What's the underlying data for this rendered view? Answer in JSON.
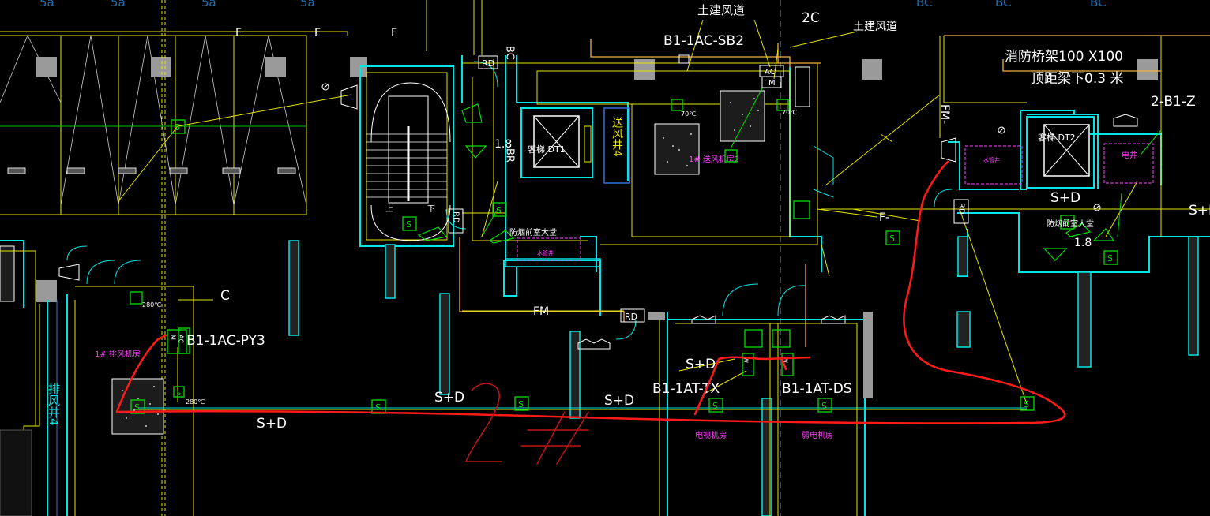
{
  "colors": {
    "background": "#000000",
    "wall": "#00e5e5",
    "wall_fill": "#9a9a9a",
    "line_yellow": "#e6e600",
    "line_orange": "#f0b040",
    "equipment": "#00dd00",
    "white": "#ffffff",
    "magenta": "#ff40ff",
    "red_markup": "#ff1a1a",
    "dark_red": "#c01515",
    "grey_dash": "#8a8a8a"
  },
  "labels": {
    "tujian_top": "土建风道",
    "tujian_right": "土建风道",
    "label_2c": "2C",
    "label_b1_1ac_sb2": "B1-1AC-SB2",
    "bridge_line1": "消防桥架100 X100",
    "bridge_line2": "顶距梁下0.3 米",
    "label_2_b1_z": "2-B1-Z",
    "label_fm_vertical": "FM-",
    "label_f_1": "F",
    "label_f_2": "F",
    "label_f_3": "F",
    "label_f_right": "F-",
    "label_rd_1": "RD",
    "label_rd_2": "RD",
    "label_rd_3": "RD",
    "label_rd_4": "RD",
    "label_bc": "BC",
    "label_18_left": "1.8",
    "label_18_right": "1.8",
    "label_br": "BR",
    "elevator_1": "客梯 DT1",
    "elevator_2": "客梯 DT2",
    "supply_shaft": "送风井4",
    "fan_room_1": "1# 送风机房2",
    "temp_70_1": "70℃",
    "temp_70_2": "70℃",
    "temp_280_1": "280℃",
    "temp_280_2": "280℃",
    "label_ac": "AC",
    "label_m": "M",
    "label_ac_2": "AC",
    "label_m_2": "M",
    "label_w": "W",
    "label_c": "C",
    "label_b1_1ac_py3": "B1-1AC-PY3",
    "exhaust_room": "1# 排风机房",
    "exhaust_shaft": "排风井4",
    "label_sd_1": "S+D",
    "label_sd_2": "S+D",
    "label_sd_3": "S+D",
    "label_sd_4": "S+D",
    "label_sd_5": "S+D",
    "label_sd_6": "S+D",
    "label_fm_h": "FM",
    "lobby_1": "防烟前室大堂",
    "lobby_2": "防烟前室大堂",
    "label_b1_1at_tx": "B1-1AT-TX",
    "label_b1_1at_ds": "B1-1AT-DS",
    "tv_room": "电视机房",
    "weak_room": "弱电机房",
    "water_shaft": "水管井",
    "elec_shaft": "电井",
    "mag_small_1": "水管井",
    "mag_small_2": "电井",
    "label_up": "上",
    "label_down": "下",
    "label_s": "S",
    "hand_2": "2",
    "hand_hash": "#",
    "top_strip": "5a"
  }
}
